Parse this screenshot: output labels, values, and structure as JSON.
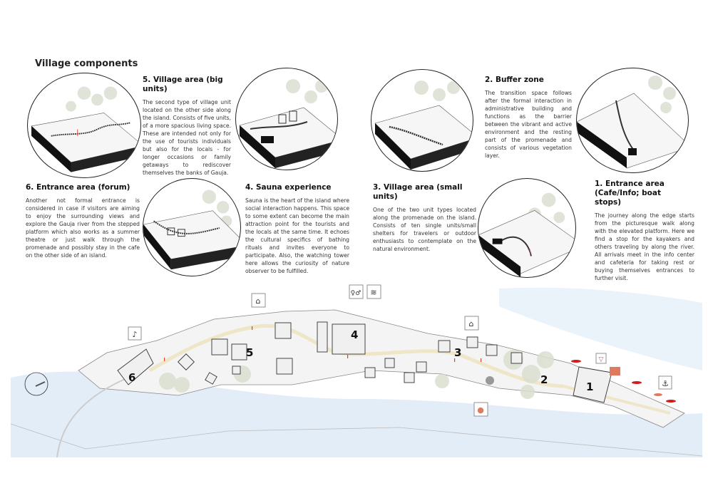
{
  "title": "Village components",
  "sections": [
    {
      "heading": "5. Village area (big units)",
      "body": "The second type of village unit located on the other side along the island. Consists of five units, of a more spacious living space. These are intended not only for the use of tourists individuals but also for the locals - for longer occasions or family getaways to rediscover themselves the banks of Gauja."
    },
    {
      "heading": "6. Entrance area (forum)",
      "body": "Another not formal entrance is considered in case if visitors are aiming to enjoy the surrounding views and explore the Gauja river from the stepped platform which also works as a summer theatre or just walk through the promenade and possibly stay in the cafe on the other side of an island."
    },
    {
      "heading": "4. Sauna experience",
      "body": "Sauna is the heart of the island where social interaction happens. This space to some extent can become the main attraction point for the tourists and the locals at the same time. It echoes the cultural specifics of bathing rituals and invites everyone to participate. Also, the watching tower here allows the curiosity of nature observer to be fulfilled."
    },
    {
      "heading": "3. Village area (small units)",
      "body": "One of the two unit types located along the promenade on the island. Consists of ten single units/small shelters for travelers or outdoor enthusiasts to contemplate on the natural environment."
    },
    {
      "heading": "2. Buffer zone",
      "body": "The transition space follows after the formal interaction in administrative building and functions as the barrier between the vibrant and active environment and the resting part of the promenade and consists of various vegetation layer."
    },
    {
      "heading": "1. Entrance area (Cafe/Info; boat stops)",
      "body": "The journey along the edge starts from the picturesque walk along with the elevated platform. Here we find a stop for the kayakers and others traveling by along the river. All arrivals meet in the info center and cafeteria for taking rest or buying themselves entrances to further visit."
    }
  ],
  "map_labels": [
    "1",
    "2",
    "3",
    "4",
    "5",
    "6"
  ],
  "icons": [
    "music-note-icon",
    "house-icon",
    "restroom-icon",
    "sauna-steam-icon",
    "house-icon",
    "balloon-icon",
    "wine-glass-icon",
    "anchor-icon",
    "compass-icon"
  ],
  "colors": {
    "accent": "#e0402a",
    "water": "#dce9f6",
    "vegetation": "#d9dfcf",
    "path": "#efe6c8"
  }
}
